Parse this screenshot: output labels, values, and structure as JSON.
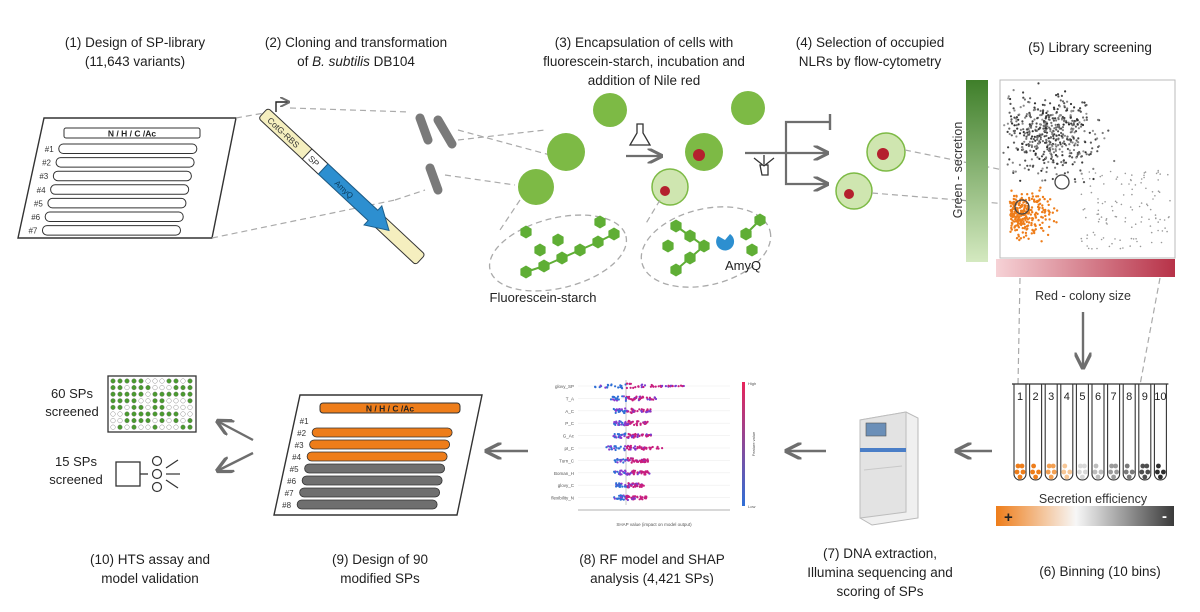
{
  "steps": {
    "s1": [
      "(1) Design of SP-library",
      "(11,643 variants)"
    ],
    "s2": {
      "l1": "(2) Cloning and transformation",
      "l2_pre": "of ",
      "l2_it": "B. subtilis",
      "l2_post": " DB104"
    },
    "s3": [
      "(3) Encapsulation of cells with",
      "fluorescein-starch, incubation and",
      "addition of Nile red"
    ],
    "s4": [
      "(4) Selection of occupied",
      "NLRs by flow-cytometry"
    ],
    "s5": [
      "(5) Library screening"
    ],
    "s6": [
      "(6) Binning (10 bins)"
    ],
    "s7": [
      "(7) DNA extraction,",
      "Illumina sequencing and",
      "scoring of SPs"
    ],
    "s8": [
      "(8) RF model and SHAP",
      "analysis (4,421 SPs)"
    ],
    "s9": [
      "(9) Design of 90",
      "modified SPs"
    ],
    "s10": [
      "(10) HTS assay and",
      "model validation"
    ]
  },
  "library": {
    "header": "N  /  H  /  C  /Ac",
    "rows": [
      "#1",
      "#2",
      "#3",
      "#4",
      "#5",
      "#6",
      "#7"
    ]
  },
  "modified": {
    "header": "N  /  H  /  C  /Ac",
    "rows": [
      "#1",
      "#2",
      "#3",
      "#4",
      "#5",
      "#6",
      "#7",
      "#8"
    ]
  },
  "plasmid": {
    "promoter": "CotG-RBS",
    "sp": "SP",
    "gene": "AmyQ"
  },
  "labels": {
    "fluorescein_starch": "Fluorescein-starch",
    "amyq": "AmyQ",
    "green_axis": "Green - secretion",
    "red_axis": "Red - colony size",
    "secretion_efficiency": "Secretion efficiency",
    "plus": "+",
    "minus": "-"
  },
  "bins": [
    "1",
    "2",
    "3",
    "4",
    "5",
    "6",
    "7",
    "8",
    "9",
    "10"
  ],
  "hts": {
    "plate_label": [
      "60 SPs",
      "screened"
    ],
    "fc_label": [
      "15 SPs",
      "screened"
    ]
  },
  "shap": {
    "features": [
      "glovy_SP",
      "T_A",
      "A_C",
      "P_C",
      "G_Ac",
      "pI_C",
      "Turn_C",
      "Boman_H",
      "glovy_C",
      "flexibility_N"
    ],
    "xlabel": "SHAP value (impact on model output)",
    "cbar_high": "High",
    "cbar_low": "Low",
    "cbar_label": "Feature value"
  },
  "colors": {
    "green_cell": "#7dba45",
    "green_light": "#cfe6b0",
    "dark_red": "#b4202e",
    "orange": "#ee7d1a",
    "gray_row": "#6f6f6f",
    "arrow": "#6e6e6e"
  }
}
